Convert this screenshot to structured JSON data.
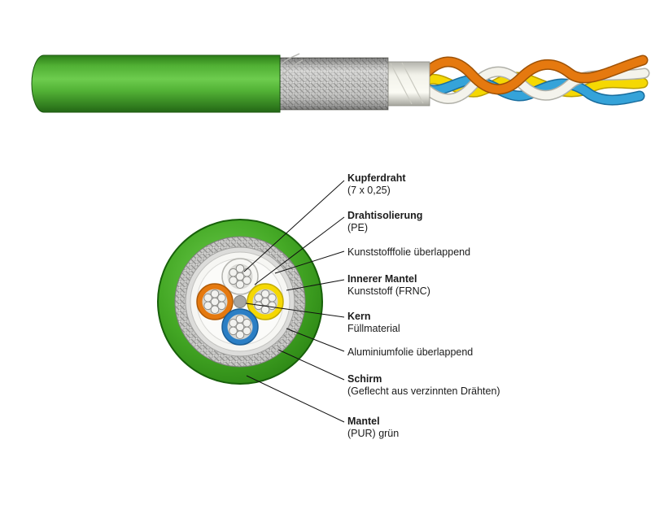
{
  "figure": {
    "description": "Industrial bus cable construction diagram with side view and cross-section",
    "colors": {
      "jacket_green": "#3ba21e",
      "wire_orange": "#e5790f",
      "wire_yellow": "#f5d803",
      "wire_blue": "#2b7fc5",
      "wire_white": "#f7f7f4",
      "shield_gray": "#c9c9c7"
    }
  },
  "labels": [
    {
      "title": "Kupferdraht",
      "sub": "(7 x 0,25)"
    },
    {
      "title": "Drahtisolierung",
      "sub": "(PE)"
    },
    {
      "title": "Kunststofffolie überlappend",
      "sub": ""
    },
    {
      "title": "Innerer Mantel",
      "sub": "Kunststoff (FRNC)"
    },
    {
      "title": "Kern",
      "sub": "Füllmaterial"
    },
    {
      "title": "Aluminiumfolie überlappend",
      "sub": ""
    },
    {
      "title": "Schirm",
      "sub": "(Geflecht aus verzinnten Drähten)"
    },
    {
      "title": "Mantel",
      "sub": "(PUR) grün"
    }
  ]
}
